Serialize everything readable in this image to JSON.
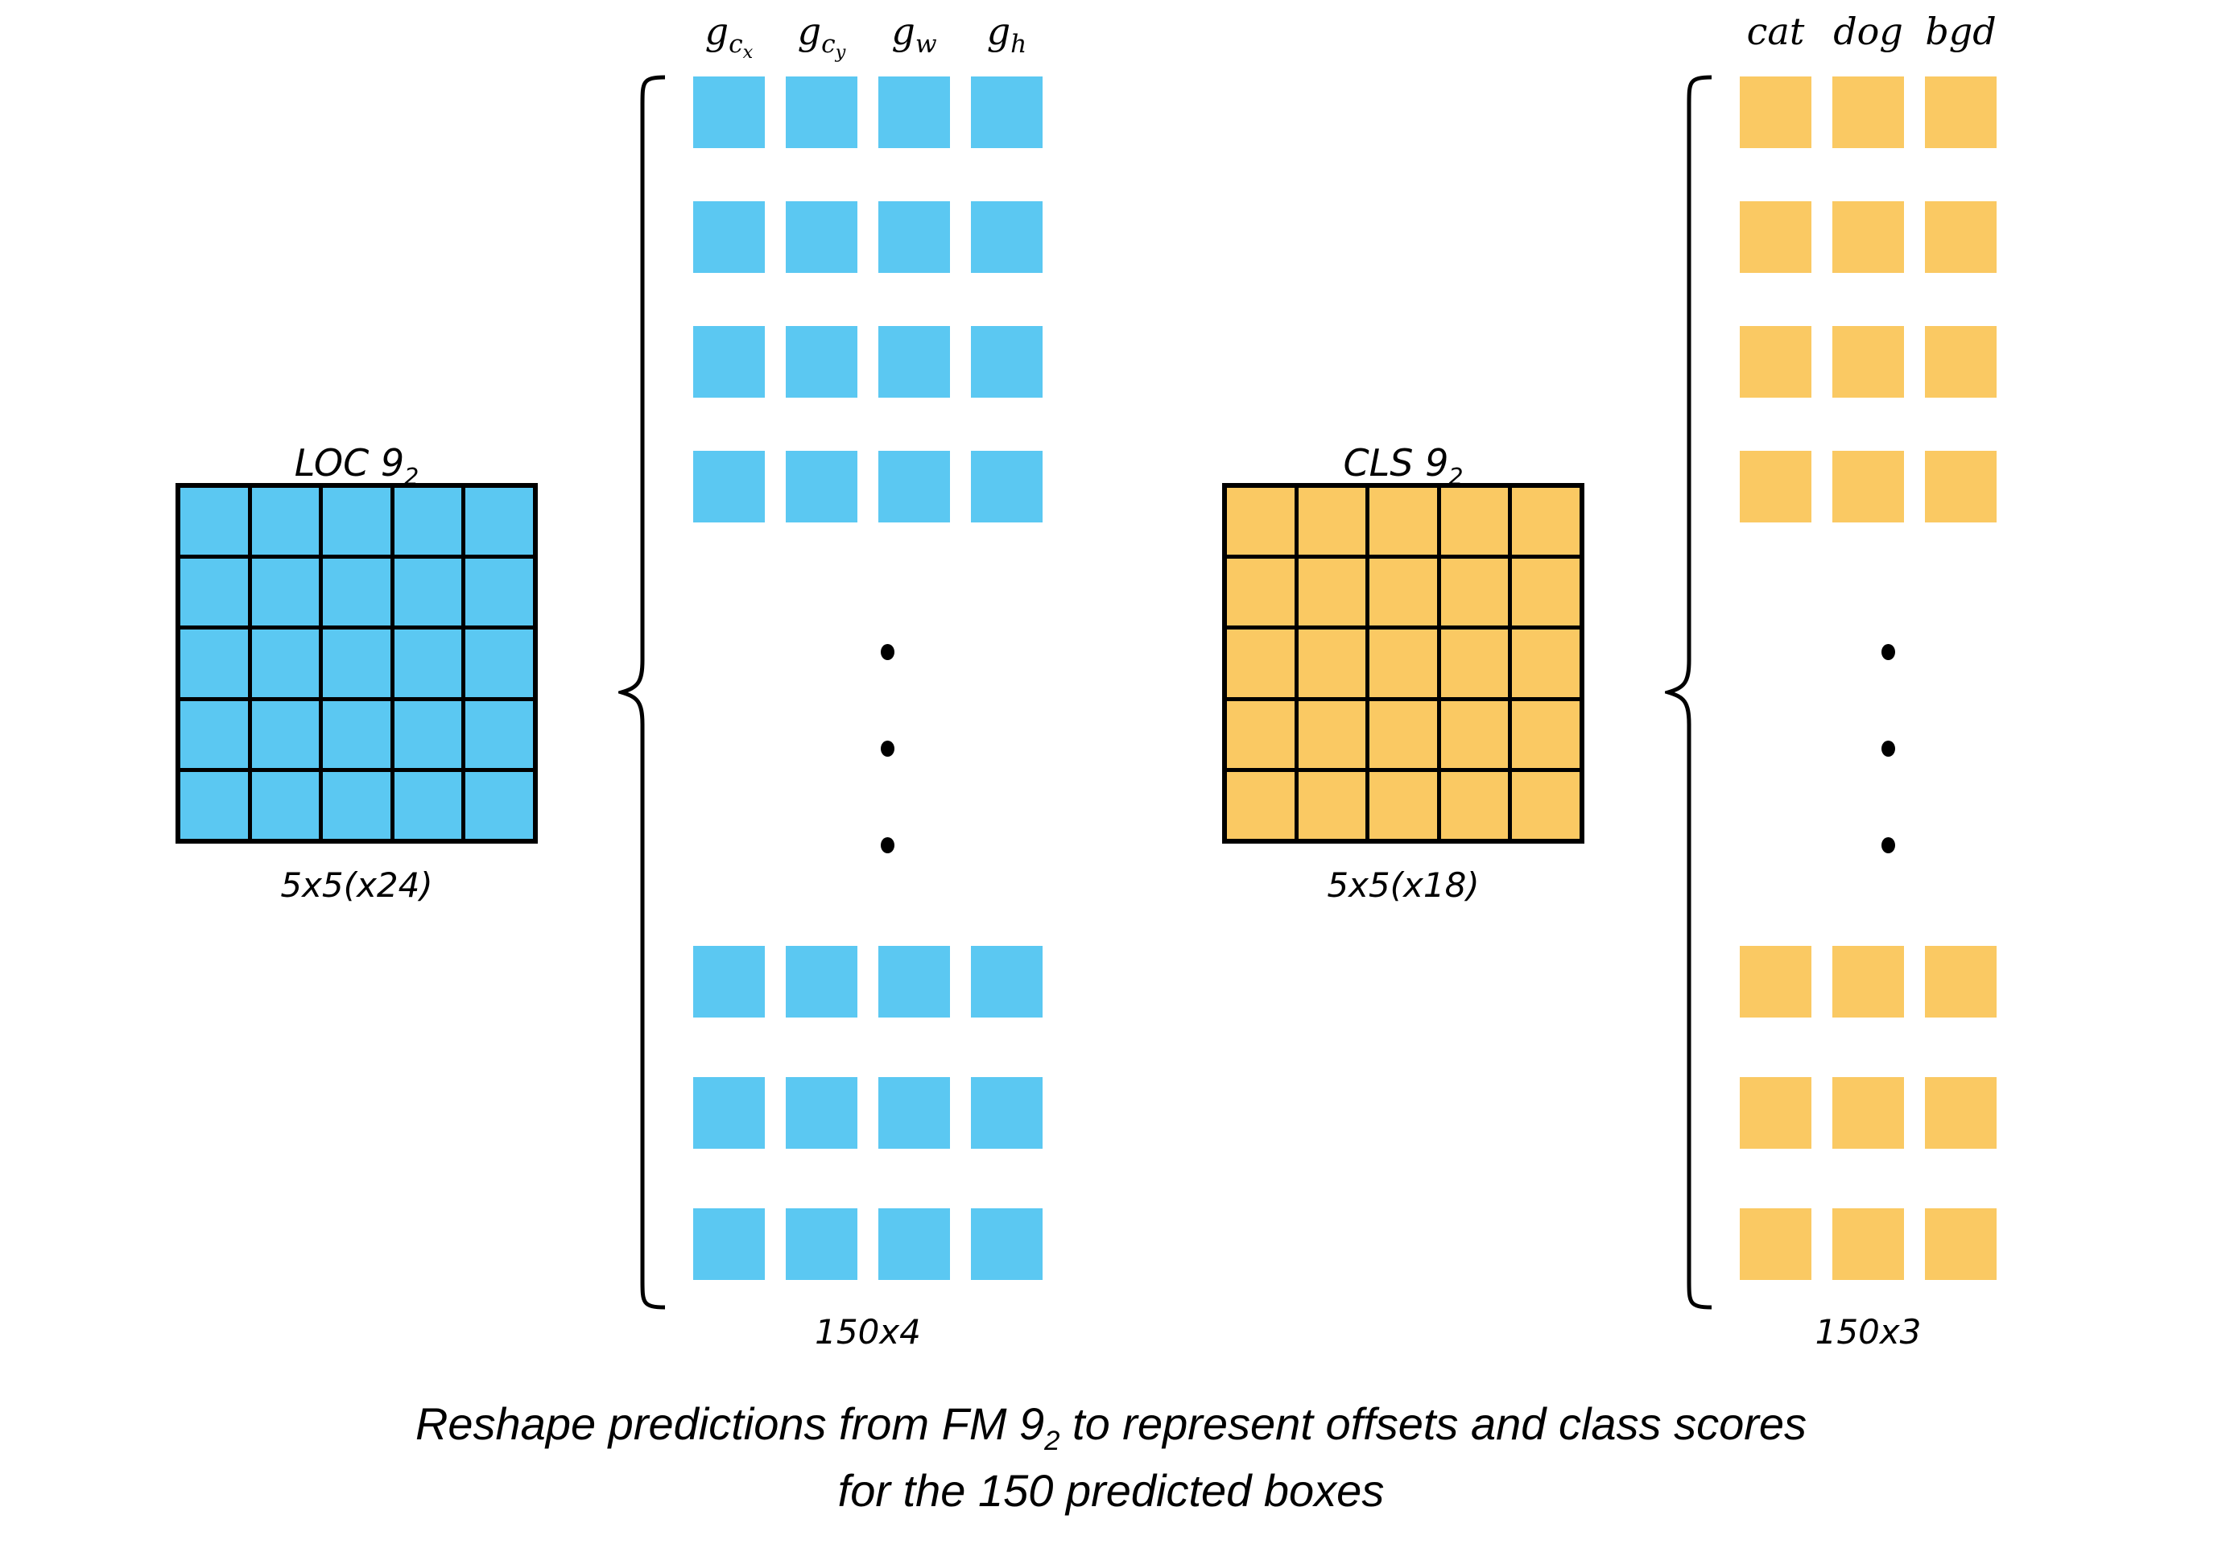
{
  "figure": {
    "background_color": "#FFFFFF",
    "loc_color": "#5BC8F2",
    "cls_color": "#FAC963",
    "line_color": "#000000"
  },
  "loc_branch": {
    "grid_title_main": "LOC 9",
    "grid_title_sub": "2",
    "grid_sublabel": "5x5(x24)",
    "grid_rows": 5,
    "grid_cols": 5,
    "column_labels": [
      {
        "base": "g",
        "sub": "c",
        "subsub": "x"
      },
      {
        "base": "g",
        "sub": "c",
        "subsub": "y"
      },
      {
        "base": "g",
        "sub": "w",
        "subsub": ""
      },
      {
        "base": "g",
        "sub": "h",
        "subsub": ""
      }
    ],
    "chips_sublabel": "150x4",
    "top_rows": 4,
    "bottom_rows": 3,
    "ellipsis_dots": 3
  },
  "cls_branch": {
    "grid_title_main": "CLS 9",
    "grid_title_sub": "2",
    "grid_sublabel": "5x5(x18)",
    "grid_rows": 5,
    "grid_cols": 5,
    "column_labels": [
      {
        "base": "cat",
        "sub": "",
        "subsub": ""
      },
      {
        "base": "dog",
        "sub": "",
        "subsub": ""
      },
      {
        "base": "bgd",
        "sub": "",
        "subsub": ""
      }
    ],
    "chips_sublabel": "150x3",
    "top_rows": 4,
    "bottom_rows": 3,
    "ellipsis_dots": 3
  },
  "caption": {
    "line1_before": "Reshape predictions from FM 9",
    "line1_sub": "2",
    "line1_after": " to represent offsets and class scores",
    "line2": "for the 150 predicted boxes"
  }
}
